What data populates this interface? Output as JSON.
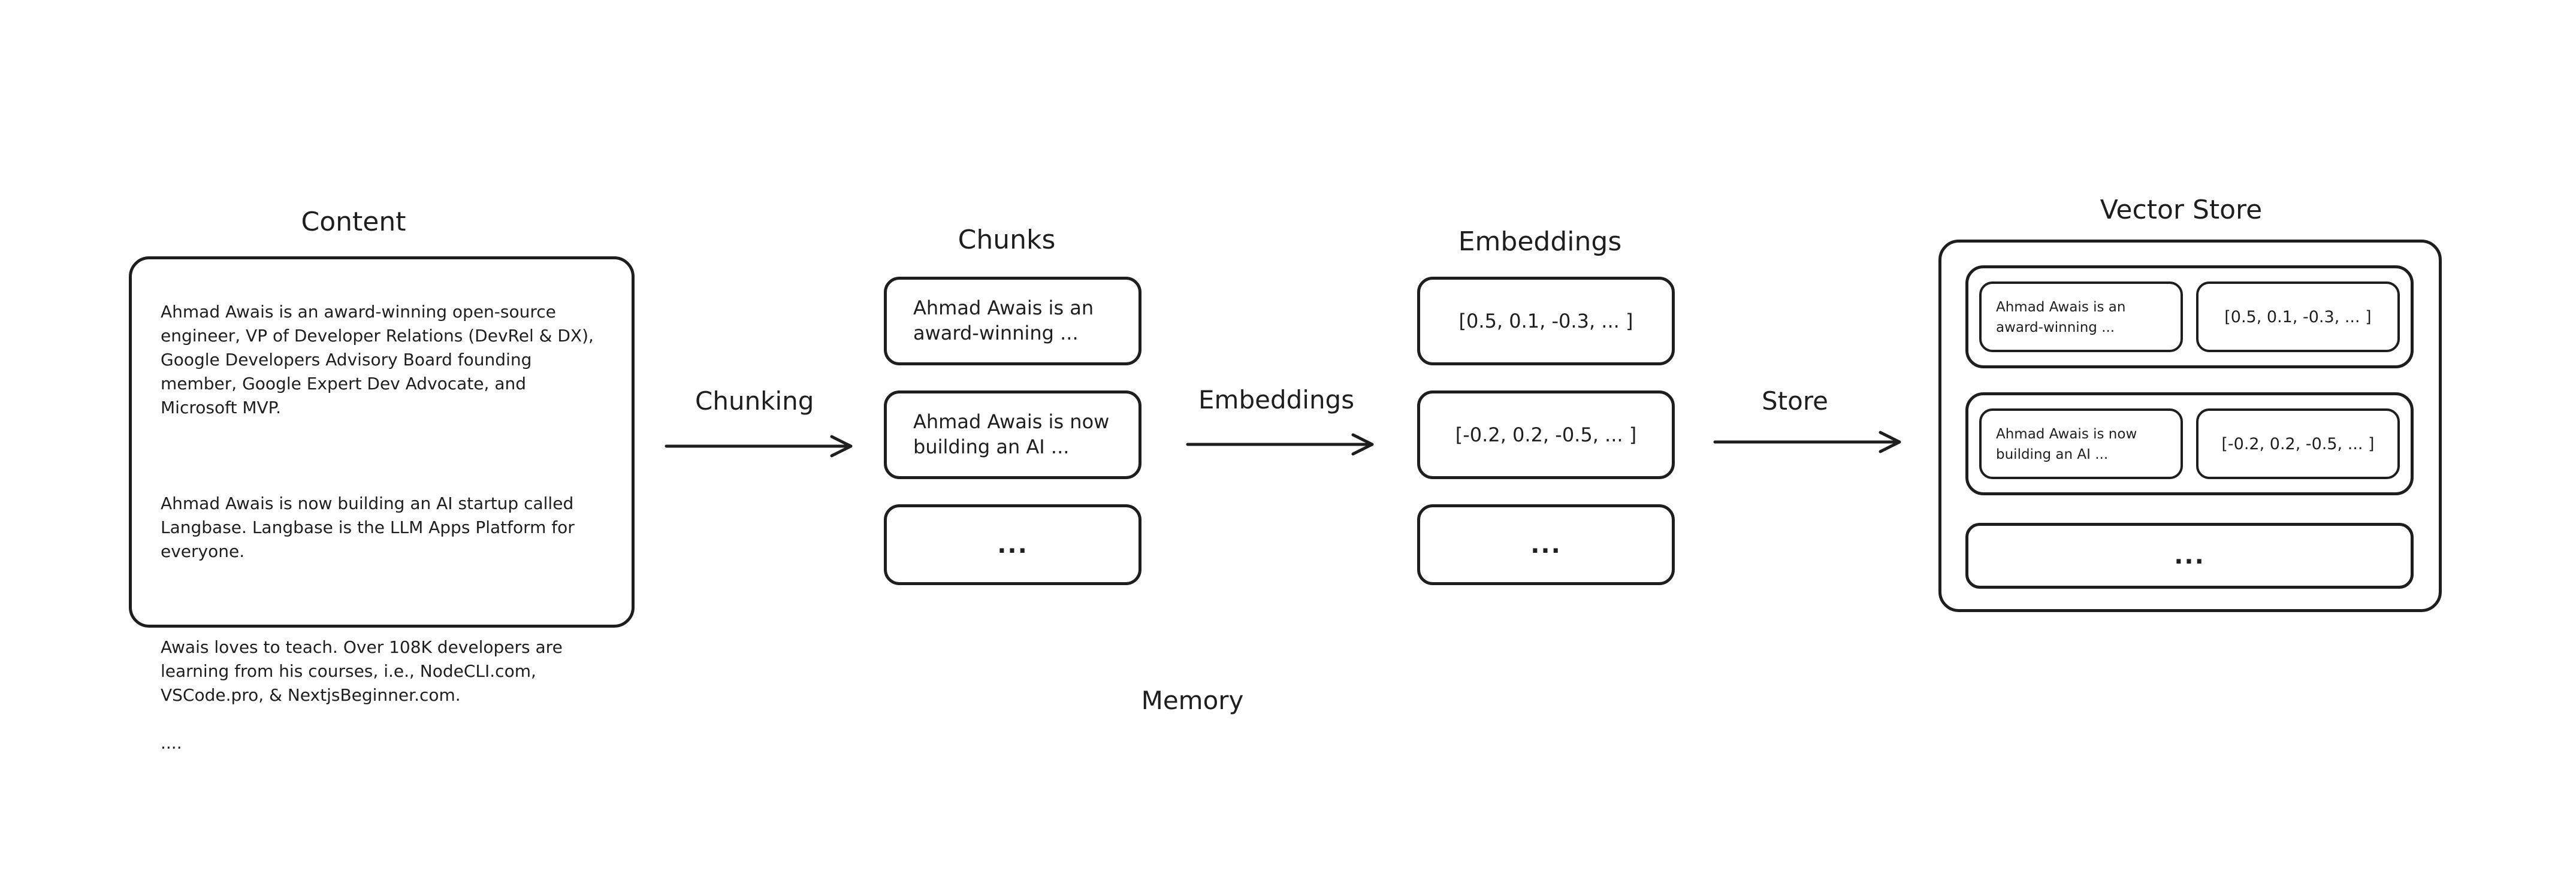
{
  "content": {
    "title": "Content",
    "paragraph1": "Ahmad Awais is an award-winning open-source engineer, VP of Developer Relations (DevRel & DX), Google Developers Advisory Board founding member, Google Expert Dev Advocate, and Microsoft MVP.",
    "paragraph2": "Ahmad Awais is now building an AI startup called Langbase. Langbase is the LLM Apps Platform for everyone.",
    "paragraph3": "Awais loves to teach. Over 108K developers are learning from his courses, i.e., NodeCLI.com, VSCode.pro, & NextjsBeginner.com.",
    "ellipsis": "...."
  },
  "arrows": {
    "chunking": "Chunking",
    "embeddings": "Embeddings",
    "store": "Store"
  },
  "chunks": {
    "title": "Chunks",
    "items": [
      "Ahmad Awais is an award-winning ...",
      "Ahmad Awais is now building an AI ...",
      "..."
    ]
  },
  "embeddings": {
    "title": "Embeddings",
    "items": [
      "[0.5, 0.1, -0.3, ... ]",
      "[-0.2, 0.2, -0.5, ... ]",
      "..."
    ]
  },
  "vector_store": {
    "title": "Vector Store",
    "rows": [
      {
        "chunk": "Ahmad Awais is an award-winning ...",
        "embedding": "[0.5, 0.1, -0.3, ... ]"
      },
      {
        "chunk": "Ahmad Awais is now building an AI ...",
        "embedding": "[-0.2, 0.2, -0.5, ... ]"
      }
    ],
    "more": "..."
  },
  "footer": {
    "label": "Memory"
  }
}
